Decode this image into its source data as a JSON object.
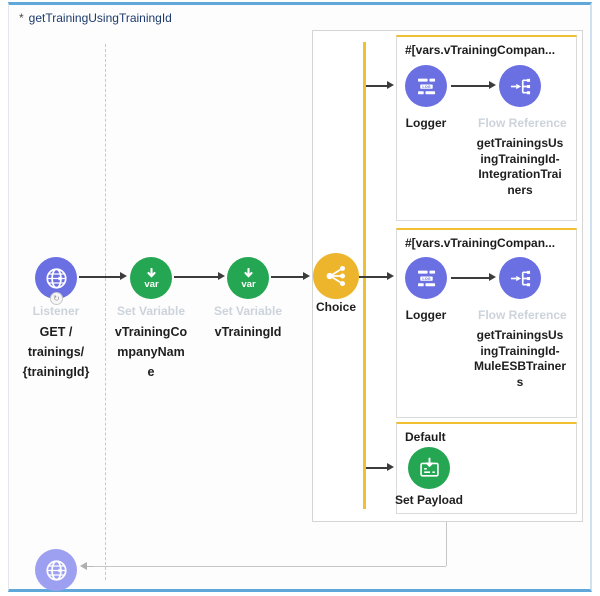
{
  "colors": {
    "http_purple": "#6a6fe2",
    "http_purple_faded": "#9da0f0",
    "variable_green": "#25a652",
    "choice_gold": "#edb52b",
    "branch_accent_gold": "#f1c032",
    "flow_border_blue": "#60a7da"
  },
  "flow": {
    "unsaved_marker": "*",
    "name": "getTrainingUsingTrainingId"
  },
  "source": {
    "listener": {
      "icon": "globe-icon",
      "badge_icon": "refresh-badge-icon",
      "type": "Listener",
      "name_lines": [
        "GET /",
        "trainings/",
        "{trainingId}"
      ]
    }
  },
  "process": {
    "set_variable_company": {
      "icon": "variable-down-arrow-icon",
      "type": "Set Variable",
      "name_lines": [
        "vTrainingCo",
        "mpanyNam",
        "e"
      ]
    },
    "set_variable_id": {
      "icon": "variable-down-arrow-icon",
      "type": "Set Variable",
      "name_lines": [
        "vTrainingId"
      ]
    },
    "choice": {
      "icon": "choice-branch-icon",
      "name": "Choice"
    }
  },
  "branches": [
    {
      "condition": "#[vars.vTrainingCompan...",
      "logger": {
        "icon": "logger-icon",
        "name": "Logger"
      },
      "flow_reference": {
        "icon": "flow-reference-icon",
        "type": "Flow Reference",
        "target_lines": [
          "getTrainingsUs",
          "ingTrainingId-",
          "IntegrationTrai",
          "ners"
        ]
      }
    },
    {
      "condition": "#[vars.vTrainingCompan...",
      "logger": {
        "icon": "logger-icon",
        "name": "Logger"
      },
      "flow_reference": {
        "icon": "flow-reference-icon",
        "type": "Flow Reference",
        "target_lines": [
          "getTrainingsUs",
          "ingTrainingId-",
          "MuleESBTrainer",
          "s"
        ]
      }
    },
    {
      "condition": "Default",
      "set_payload": {
        "icon": "payload-document-icon",
        "name": "Set Payload"
      }
    }
  ],
  "response": {
    "icon": "globe-icon"
  }
}
